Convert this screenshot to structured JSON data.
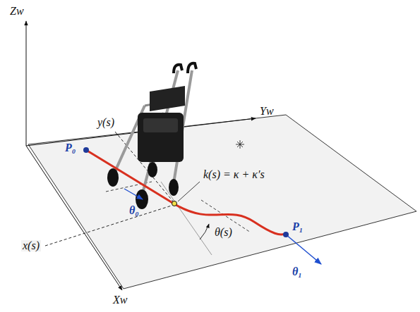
{
  "diagram": {
    "labels": [
      "Zw",
      "Yw",
      "Xw",
      "y(s)",
      "P₀",
      "k(s) = κ + κ′s",
      "x(s)",
      "θ₀",
      "θ(s)",
      "P₁",
      "θ₁"
    ]
  }
}
